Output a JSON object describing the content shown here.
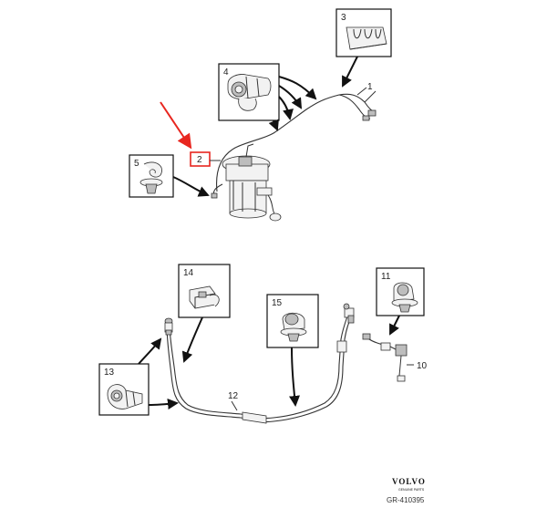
{
  "labels": {
    "l1": "1",
    "l2": "2",
    "l3": "3",
    "l4": "4",
    "l5": "5",
    "l10": "10",
    "l11": "11",
    "l12": "12",
    "l13": "13",
    "l14": "14",
    "l15": "15"
  },
  "logo_text": "VOLVO",
  "logo_sub": "GENUINE PARTS",
  "drawing_code": "GR-410395",
  "colors": {
    "highlight": "#e8261f",
    "line": "#333333"
  }
}
